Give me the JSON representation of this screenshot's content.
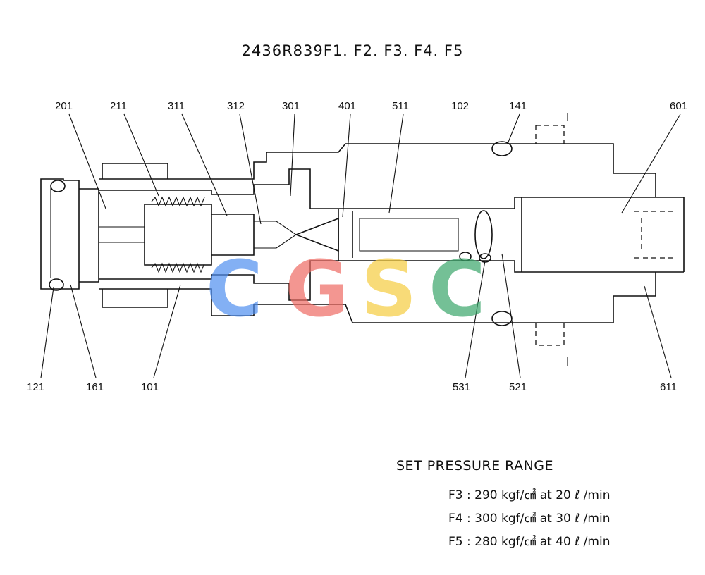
{
  "title": "2436R839F1. F2. F3. F4. F5",
  "part_labels": {
    "p201": "201",
    "p211": "211",
    "p311": "311",
    "p312": "312",
    "p301": "301",
    "p401": "401",
    "p511": "511",
    "p102": "102",
    "p141": "141",
    "p601": "601",
    "p121": "121",
    "p161": "161",
    "p101": "101",
    "p531": "531",
    "p521": "521",
    "p611": "611"
  },
  "watermark": {
    "text": "CGSC",
    "letters": [
      "C",
      "G",
      "S",
      "C"
    ],
    "colors": [
      "#4f8ff0",
      "#ee6b63",
      "#f6cd3f",
      "#3aa66a"
    ]
  },
  "set_pressure": {
    "heading": "SET PRESSURE RANGE",
    "rows": [
      "F3 : 290 kgf/㎠ at 20 ℓ /min",
      "F4 : 300 kgf/㎠ at 30 ℓ /min",
      "F5 : 280 kgf/㎠ at 40 ℓ /min"
    ]
  }
}
